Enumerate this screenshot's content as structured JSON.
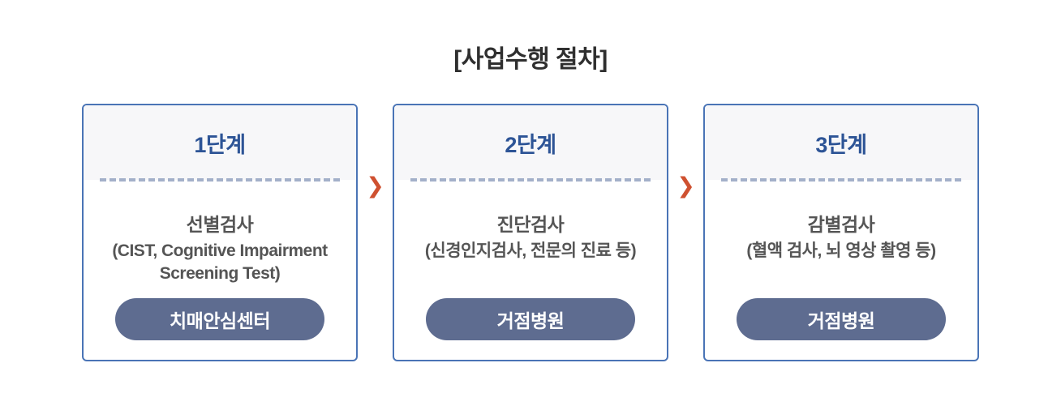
{
  "title": "[사업수행 절차]",
  "steps": [
    {
      "step_label": "1단계",
      "test_name": "선별검사",
      "test_detail": "(CIST, Cognitive Impairment Screening Test)",
      "org_label": "치매안심센터"
    },
    {
      "step_label": "2단계",
      "test_name": "진단검사",
      "test_detail": "(신경인지검사, 전문의 진료 등)",
      "org_label": "거점병원"
    },
    {
      "step_label": "3단계",
      "test_name": "감별검사",
      "test_detail": "(혈액 검사, 뇌 영상 촬영 등)",
      "org_label": "거점병원"
    }
  ],
  "arrow": {
    "glyph": "❯"
  },
  "colors": {
    "card_border": "#4a74b6",
    "step_text": "#2d5496",
    "header_bg": "#f7f7f9",
    "dash": "#a3b0c9",
    "body_text": "#555555",
    "pill_bg": "#5e6c90",
    "pill_text": "#ffffff",
    "arrow": "#cf5130",
    "title_text": "#2f2f2f"
  }
}
